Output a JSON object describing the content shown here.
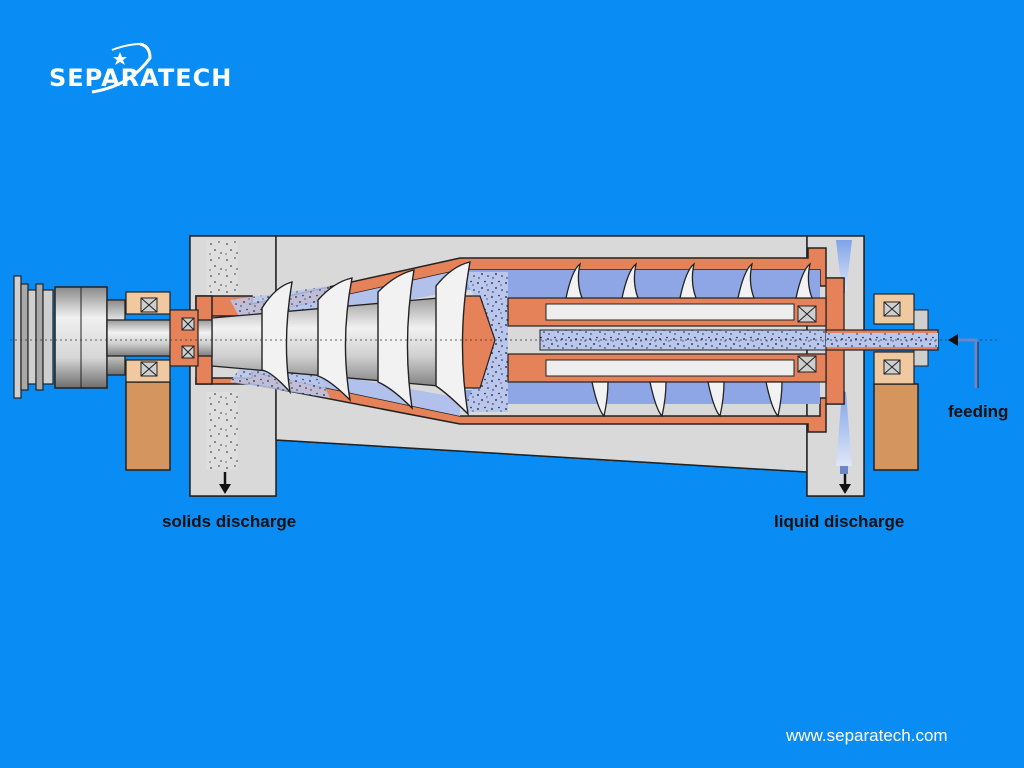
{
  "brand": {
    "name": "SEPARATECH",
    "website": "www.separatech.com",
    "logo_icon": "orbit-swoosh-star-icon"
  },
  "labels": {
    "solids": "solids discharge",
    "liquid": "liquid discharge",
    "feeding": "feeding"
  },
  "colors": {
    "background": "#0a8cf5",
    "casing": "#d9d9d9",
    "bowl_wall": "#e5825a",
    "liquid_pool": "#8fa6e6",
    "pedestal": "#d4955f",
    "shaft": "#c6c6c6",
    "outline": "#222222"
  }
}
